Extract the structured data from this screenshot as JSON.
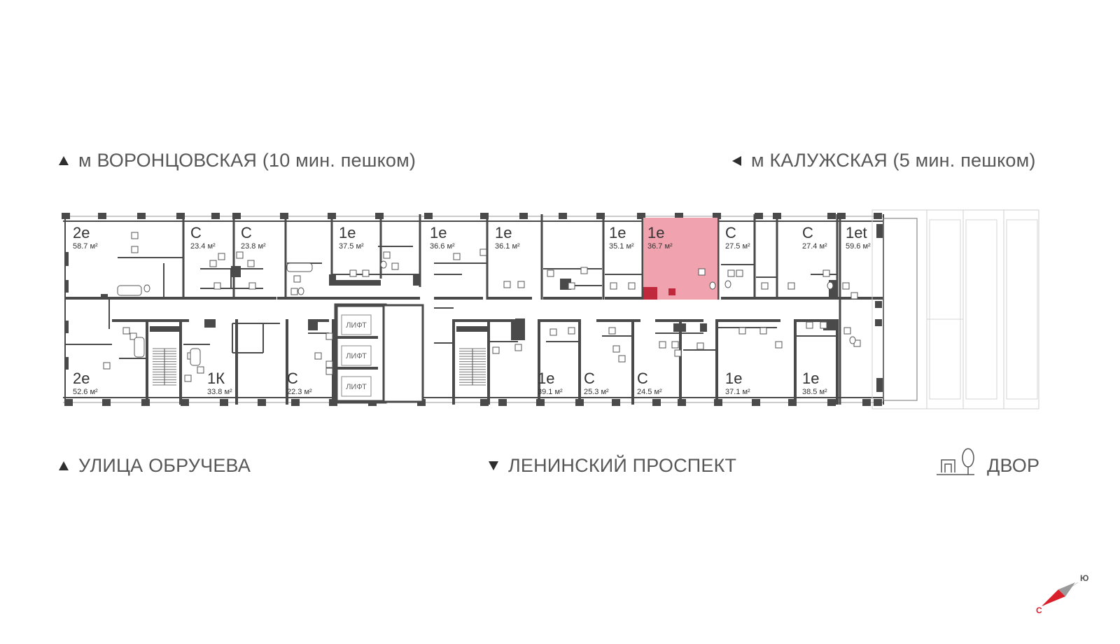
{
  "labels": {
    "top_left": "м ВОРОНЦОВСКАЯ  (10 мин. пешком)",
    "top_right": "м КАЛУЖСКАЯ (5 мин. пешком)",
    "bottom_left": "УЛИЦА ОБРУЧЕВА",
    "bottom_center": "ЛЕНИНСКИЙ ПРОСПЕКТ",
    "bottom_right": "ДВОР"
  },
  "apartments_top": [
    {
      "type": "2e",
      "area": "58.7 м²",
      "highlighted": false
    },
    {
      "type": "С",
      "area": "23.4 м²",
      "highlighted": false
    },
    {
      "type": "С",
      "area": "23.8 м²",
      "highlighted": false
    },
    {
      "type": "1e",
      "area": "37.5 м²",
      "highlighted": false
    },
    {
      "type": "1e",
      "area": "36.6 м²",
      "highlighted": false
    },
    {
      "type": "1e",
      "area": "36.1 м²",
      "highlighted": false
    },
    {
      "type": "1e",
      "area": "35.1 м²",
      "highlighted": false
    },
    {
      "type": "1e",
      "area": "36.7 м²",
      "highlighted": true
    },
    {
      "type": "С",
      "area": "27.5 м²",
      "highlighted": false
    },
    {
      "type": "С",
      "area": "27.4 м²",
      "highlighted": false
    },
    {
      "type": "1et",
      "area": "59.6 м²",
      "highlighted": false
    }
  ],
  "apartments_bottom": [
    {
      "type": "2e",
      "area": "52.6 м²",
      "highlighted": false
    },
    {
      "type": "1К",
      "area": "33.8 м²",
      "highlighted": false
    },
    {
      "type": "С",
      "area": "22.3 м²",
      "highlighted": false
    },
    {
      "type": "1e",
      "area": "39.1 м²",
      "highlighted": false
    },
    {
      "type": "С",
      "area": "25.3 м²",
      "highlighted": false
    },
    {
      "type": "С",
      "area": "24.5 м²",
      "highlighted": false
    },
    {
      "type": "1e",
      "area": "37.1 м²",
      "highlighted": false
    },
    {
      "type": "1e",
      "area": "38.5 м²",
      "highlighted": false
    }
  ],
  "lifts": [
    "ЛИФТ",
    "ЛИФТ",
    "ЛИФТ"
  ],
  "compass": {
    "north": "С",
    "south": "Ю"
  },
  "colors": {
    "wall": "#4a4a4a",
    "highlight": "#f0a3af",
    "highlight_dark": "#c0283c",
    "text": "#575757",
    "compass_red": "#d81f2a"
  }
}
